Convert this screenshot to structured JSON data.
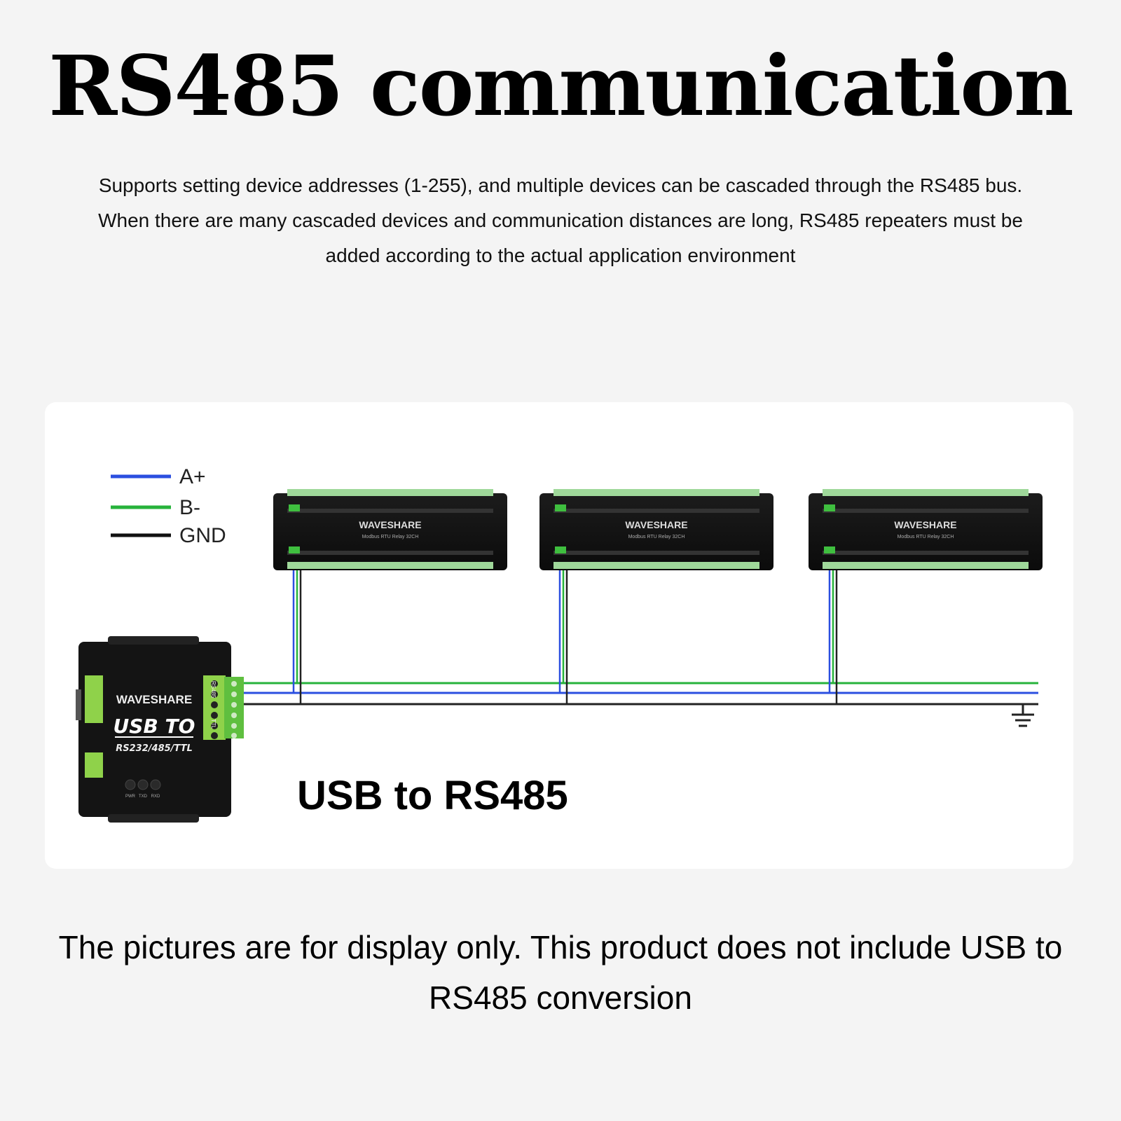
{
  "title": "RS485 communication",
  "description": [
    "Supports setting device addresses (1-255), and multiple devices can be cascaded through the RS485 bus.",
    "When there are many cascaded devices and communication distances are long, RS485 repeaters must be",
    "added according to the actual application environment"
  ],
  "legend": [
    {
      "label": "A+",
      "color": "#2b4fe0"
    },
    {
      "label": "B-",
      "color": "#27b33b"
    },
    {
      "label": "GND",
      "color": "#111111"
    }
  ],
  "relay_boards": [
    {
      "brand": "WAVESHARE",
      "model": "Modbus RTU Relay 32CH"
    },
    {
      "brand": "WAVESHARE",
      "model": "Modbus RTU Relay 32CH"
    },
    {
      "brand": "WAVESHARE",
      "model": "Modbus RTU Relay 32CH"
    }
  ],
  "converter": {
    "brand": "WAVESHARE",
    "title": "USB TO",
    "subtitle": "RS232/485/TTL",
    "side_label": "RS485",
    "side_label_2": "TTL",
    "leds": [
      "PWR",
      "TXD",
      "RXD"
    ]
  },
  "usb_label": "USB to RS485",
  "footer": "The pictures are for display only. This product does not include USB to RS485 conversion"
}
